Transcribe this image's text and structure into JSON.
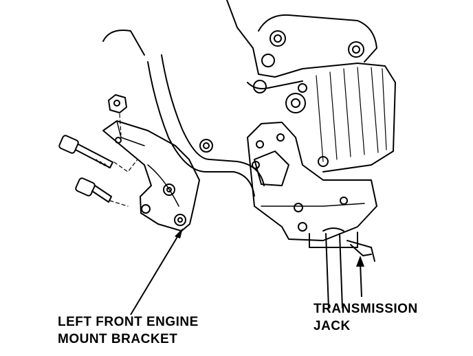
{
  "callouts": {
    "bracket": {
      "line1": "LEFT FRONT ENGINE",
      "line2": "MOUNT BRACKET"
    },
    "jack": {
      "line1": "TRANSMISSION",
      "line2": "JACK"
    }
  },
  "colors": {
    "ink": "#000000",
    "paper": "#ffffff"
  }
}
